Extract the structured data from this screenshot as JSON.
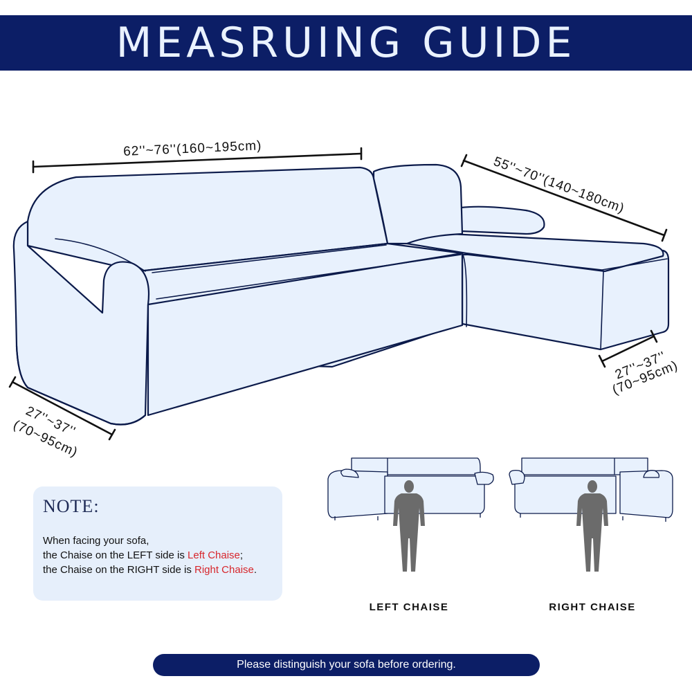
{
  "header": {
    "title": "MEASRUING GUIDE"
  },
  "dimensions": {
    "sofa_length": "62''~76''(160~195cm)",
    "chaise_length": "55''~70''(140~180cm)",
    "left_depth_line1": "27''~37''",
    "left_depth_line2": "(70~95cm)",
    "right_depth_line1": "27''~37''",
    "right_depth_line2": "(70~95cm)"
  },
  "note": {
    "title": "NOTE:",
    "line1": "When facing your sofa,",
    "line2_prefix": "the Chaise on the LEFT side is ",
    "line2_highlight": "Left Chaise",
    "line2_suffix": ";",
    "line3_prefix": "the Chaise on the RIGHT side is ",
    "line3_highlight": "Right Chaise",
    "line3_suffix": "."
  },
  "examples": {
    "left_label": "LEFT CHAISE",
    "right_label": "RIGHT CHAISE"
  },
  "footer": {
    "text": "Please distinguish your sofa before ordering."
  },
  "colors": {
    "banner": "#0c1e66",
    "sofa_fill": "#e8f1fd",
    "outline": "#0b1a4a",
    "highlight": "#d7262c",
    "person": "#6b6b6b"
  }
}
